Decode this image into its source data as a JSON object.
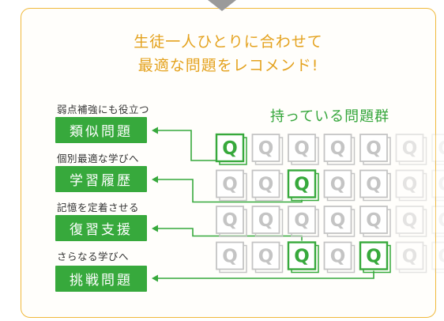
{
  "headline": {
    "line1": "生徒一人ひとりに合わせて",
    "line2": "最適な問題をレコメンド!"
  },
  "pool_title": "持っている問題群",
  "q_glyph": "Q",
  "recommendations": [
    {
      "caption": "弱点補強にも役立つ",
      "label": "類似問題",
      "row": 0,
      "highlight_cols": [
        0
      ]
    },
    {
      "caption": "個別最適な学びへ",
      "label": "学習履歴",
      "row": 1,
      "highlight_cols": [
        2
      ]
    },
    {
      "caption": "記憶を定着させる",
      "label": "復習支援",
      "row": 2,
      "highlight_cols": []
    },
    {
      "caption": "さらなる学びへ",
      "label": "挑戦問題",
      "row": 3,
      "highlight_cols": [
        2,
        4
      ]
    }
  ],
  "grid": {
    "rows": 4,
    "cols": 7,
    "fade_cols": [
      5,
      6
    ]
  },
  "colors": {
    "accent_orange": "#e4a21e",
    "frame_border": "#f0b93c",
    "green": "#37a93c",
    "gray_tile": "#c4c4c4",
    "notch": "#9a9a9a"
  }
}
